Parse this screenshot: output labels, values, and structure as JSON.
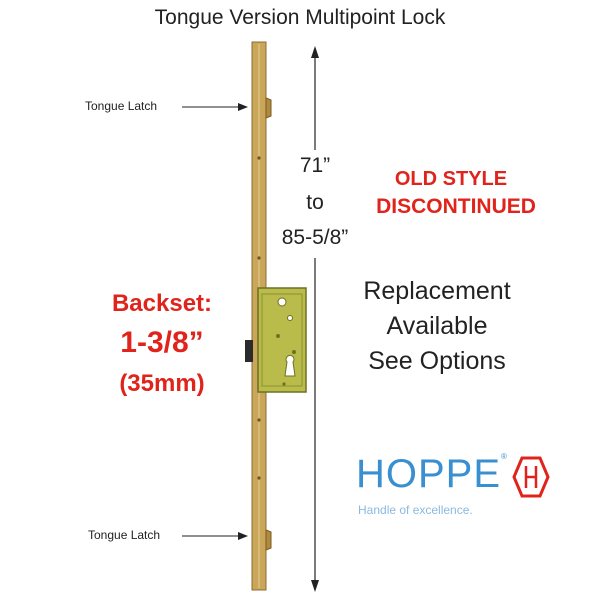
{
  "title": "Tongue Version Multipoint Lock",
  "labels": {
    "top_latch": "Tongue Latch",
    "bottom_latch": "Tongue Latch"
  },
  "height_range": {
    "min": "71”",
    "to": "to",
    "max": "85-5/8”"
  },
  "status": {
    "line1": "OLD STYLE",
    "line2": "DISCONTINUED"
  },
  "backset": {
    "label": "Backset:",
    "inches": "1-3/8”",
    "mm": "(35mm)"
  },
  "replacement": {
    "line1": "Replacement",
    "line2": "Available",
    "line3": "See Options"
  },
  "brand": {
    "name": "HOPPE",
    "trademark": "®",
    "tagline": "Handle of excellence.",
    "logo_color": "#3a8fd0",
    "badge_color": "#e0241b"
  },
  "colors": {
    "lock_strip": "#c9a65a",
    "gearbox": "#b9bb4a",
    "accent_red": "#e0241b"
  }
}
